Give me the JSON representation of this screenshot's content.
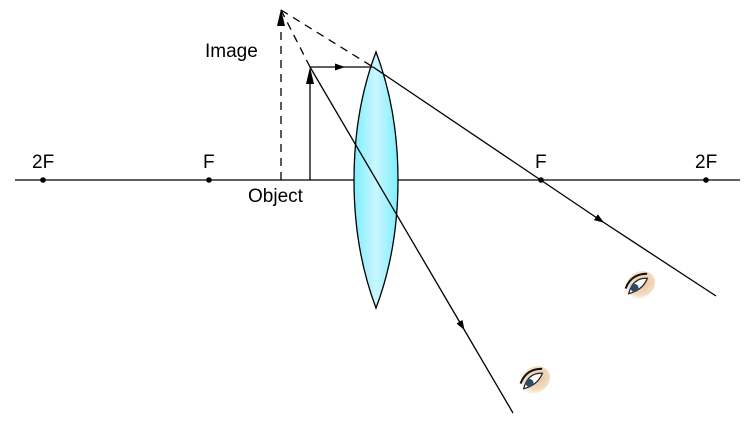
{
  "labels": {
    "image": "Image",
    "object": "Object",
    "two_f_left": "2F",
    "f_left": "F",
    "f_right": "F",
    "two_f_right": "2F"
  },
  "colors": {
    "lens_fill": "#7eeeff",
    "lens_center": "#c9f7ff",
    "line": "#000000"
  },
  "icons": [
    "eye-icon",
    "eye-icon"
  ]
}
